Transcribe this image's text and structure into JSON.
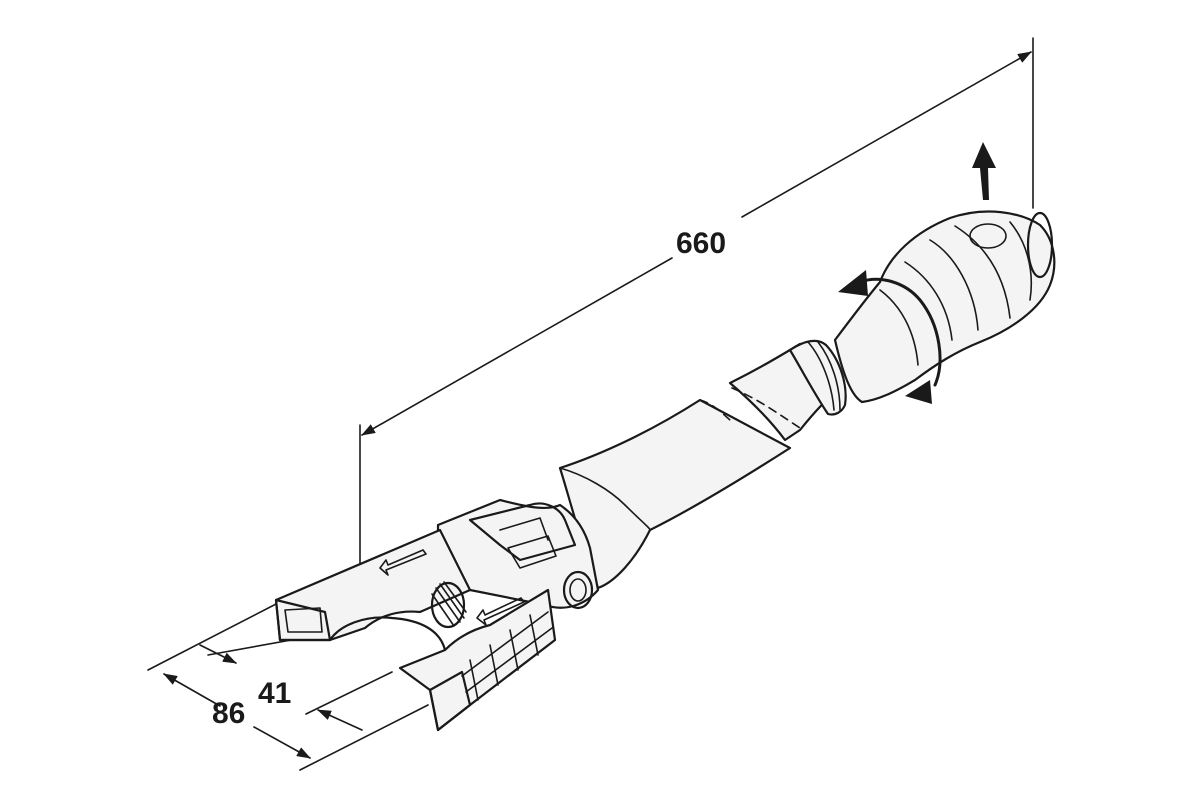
{
  "dimensions": {
    "length": "660",
    "outer_width": "86",
    "inner_width": "41"
  },
  "colors": {
    "line": "#1a1a1a",
    "background": "#ffffff",
    "fill": "#f4f4f4"
  },
  "icons": [
    "rotate-arrow-icon",
    "pull-up-arrow-icon",
    "slide-arrow-icon"
  ]
}
